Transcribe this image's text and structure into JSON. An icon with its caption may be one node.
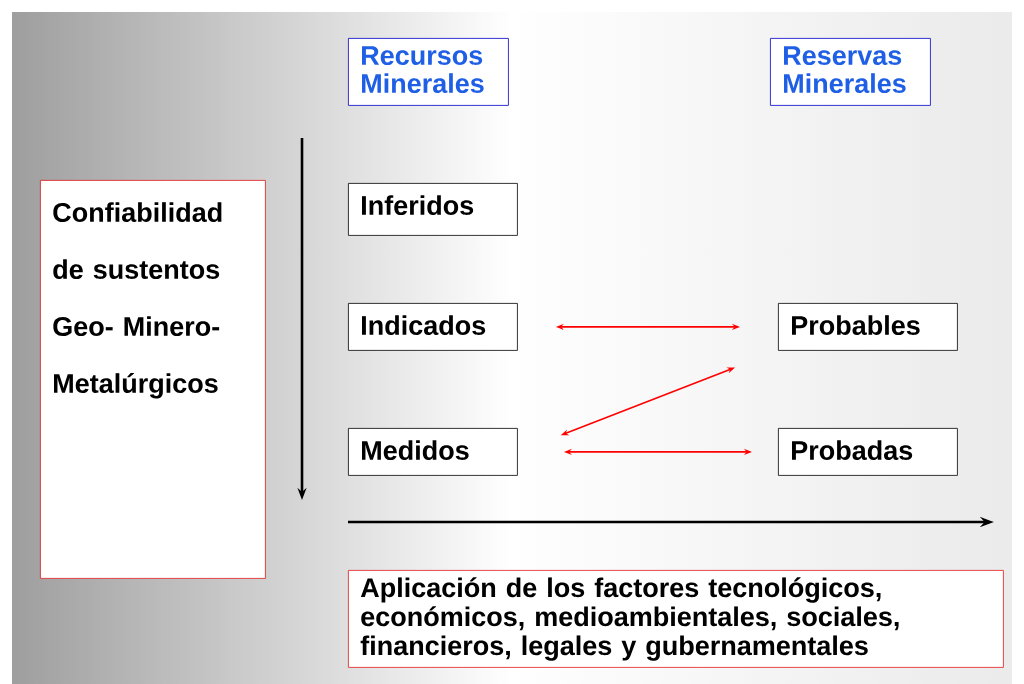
{
  "diagram": {
    "nodes": [
      {
        "text": [
          "Recursos Minerales"
        ]
      },
      {
        "text": [
          "Reservas Minerales"
        ]
      },
      {
        "text": [
          "Confiabilidad de sustentos Geo- Minero- Metalúrgicos"
        ]
      },
      {
        "text": [
          "Inferidos"
        ]
      },
      {
        "text": [
          "Indicados"
        ]
      },
      {
        "text": [
          "Probables"
        ]
      },
      {
        "text": [
          "Medidos"
        ]
      },
      {
        "text": [
          "Probadas"
        ]
      },
      {
        "text": [
          "Aplicación de los factores tecnológicos, económicos, medioambientales, sociales, financieros, legales y gubernamentales"
        ]
      }
    ],
    "edges": [
      {
        "from": 4,
        "to": 5,
        "arrow": "both"
      },
      {
        "from": 5,
        "to": 6,
        "arrow": "both"
      },
      {
        "from": 6,
        "to": 7,
        "arrow": "both"
      }
    ]
  }
}
